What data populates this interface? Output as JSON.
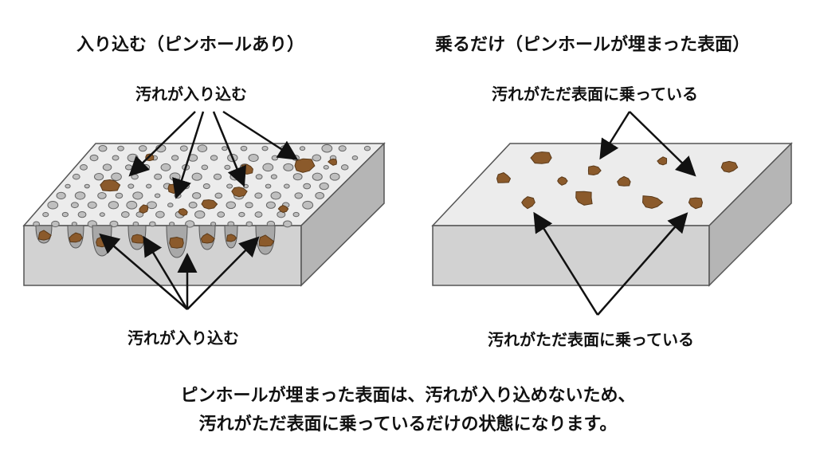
{
  "left_panel": {
    "title": "入り込む（ピンホールあり）",
    "top_label": "汚れが入り込む",
    "bottom_label": "汚れが入り込む"
  },
  "right_panel": {
    "title": "乗るだけ（ピンホールが埋まった表面）",
    "top_label": "汚れがただ表面に乗っている",
    "bottom_label": "汚れがただ表面に乗っている"
  },
  "caption": {
    "line1": "ピンホールが埋まった表面は、汚れが入り込めないため、",
    "line2": "汚れがただ表面に乗っているだけの状態になります。"
  },
  "colors": {
    "top_face": "#ececec",
    "front_face": "#d0d0d0",
    "side_face": "#b4b4b4",
    "dirt": "#8b5a2b",
    "hole": "#bfbfbf"
  }
}
